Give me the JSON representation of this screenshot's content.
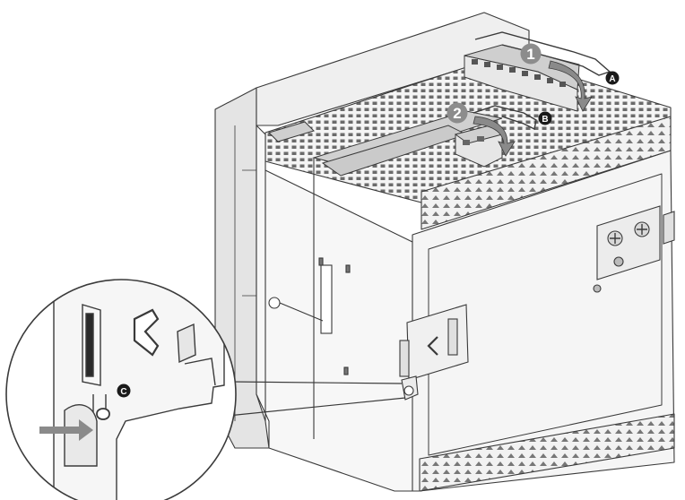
{
  "callouts": {
    "step1": "1",
    "step2": "2",
    "point_a": "A",
    "point_b": "B",
    "point_c": "C"
  },
  "colors": {
    "outline": "#3a3a3a",
    "face_light": "#f4f4f4",
    "face_mid": "#e2e2e2",
    "face_dark": "#c8c8c8",
    "marker_fill": "#8c8c8c",
    "marker_text": "#ffffff",
    "letter_fill": "#1a1a1a",
    "arrow_fill": "#8a8a8a"
  }
}
